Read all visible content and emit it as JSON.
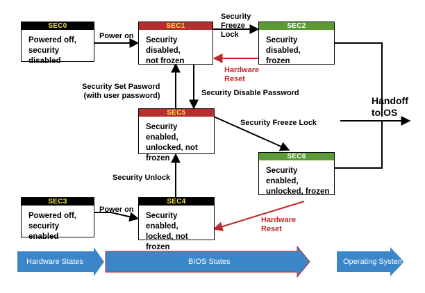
{
  "colors": {
    "black_header": "#000000",
    "red_header": "#b5302d",
    "green_header": "#5c9a35",
    "header_text_on_dark": "#f5e34a",
    "header_text_on_green": "#ffffff",
    "red_arrow": "#c0282a",
    "band_blue": "#3b86c9"
  },
  "states": [
    {
      "id": "SEC0",
      "header": "SEC0",
      "line1": "Powered off,",
      "line2": "security disabled"
    },
    {
      "id": "SEC1",
      "header": "SEC1",
      "line1": "Security disabled,",
      "line2": "not frozen"
    },
    {
      "id": "SEC2",
      "header": "SEC2",
      "line1": "Security disabled,",
      "line2": "frozen"
    },
    {
      "id": "SEC5",
      "header": "SEC5",
      "line1": "Security enabled,",
      "line2": "unlocked, not frozen"
    },
    {
      "id": "SEC6",
      "header": "SEC6",
      "line1": "Security enabled,",
      "line2": "unlocked, frozen"
    },
    {
      "id": "SEC3",
      "header": "SEC3",
      "line1": "Powered off,",
      "line2": "security enabled"
    },
    {
      "id": "SEC4",
      "header": "SEC4",
      "line1": "Security enabled,",
      "line2": "locked, not frozen"
    }
  ],
  "transitions": {
    "power_on_top": "Power on",
    "freeze_lock_1": "Security",
    "freeze_lock_2": "Freeze",
    "freeze_lock_3": "Lock",
    "hw_reset_top_1": "Hardware",
    "hw_reset_top_2": "Reset",
    "set_password_1": "Security Set Pasword",
    "set_password_2": "(with user password)",
    "disable_password": "Security Disable Password",
    "freeze_lock_mid": "Security Freeze Lock",
    "handoff_1": "Handoff",
    "handoff_2": "to OS",
    "unlock": "Security Unlock",
    "power_on_bottom": "Power on",
    "hw_reset_bottom_1": "Hardware",
    "hw_reset_bottom_2": "Reset"
  },
  "bands": {
    "hardware": "Hardware States",
    "bios": "BIOS States",
    "os": "Operating System"
  }
}
